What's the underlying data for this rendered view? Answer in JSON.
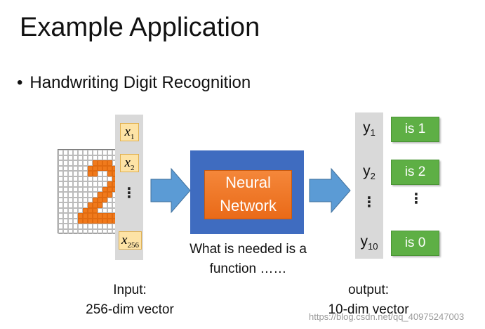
{
  "title": "Example Application",
  "bullet": "Handwriting Digit Recognition",
  "input_vector": {
    "labels": [
      {
        "var": "x",
        "sub": "1"
      },
      {
        "var": "x",
        "sub": "2"
      },
      {
        "var": "x",
        "sub": "256"
      }
    ],
    "ellipsis": "⋮",
    "caption_line1": "Input:",
    "caption_line2": "256-dim vector"
  },
  "network": {
    "line1": "Neural",
    "line2": "Network",
    "colors": {
      "outer": "#3f6cc0",
      "inner": "#ee7526"
    }
  },
  "function_text_line1": "What is needed is a",
  "function_text_line2": "function ……",
  "output_vector": {
    "labels": [
      {
        "var": "y",
        "sub": "1"
      },
      {
        "var": "y",
        "sub": "2"
      },
      {
        "var": "y",
        "sub": "10"
      }
    ],
    "ellipsis": "⋮",
    "caption_line1": "output:",
    "caption_line2": "10-dim vector"
  },
  "results": [
    "is 1",
    "is 2",
    "is 0"
  ],
  "results_ellipsis": "⋮",
  "watermark": "https://blog.csdn.net/qq_40975247003"
}
